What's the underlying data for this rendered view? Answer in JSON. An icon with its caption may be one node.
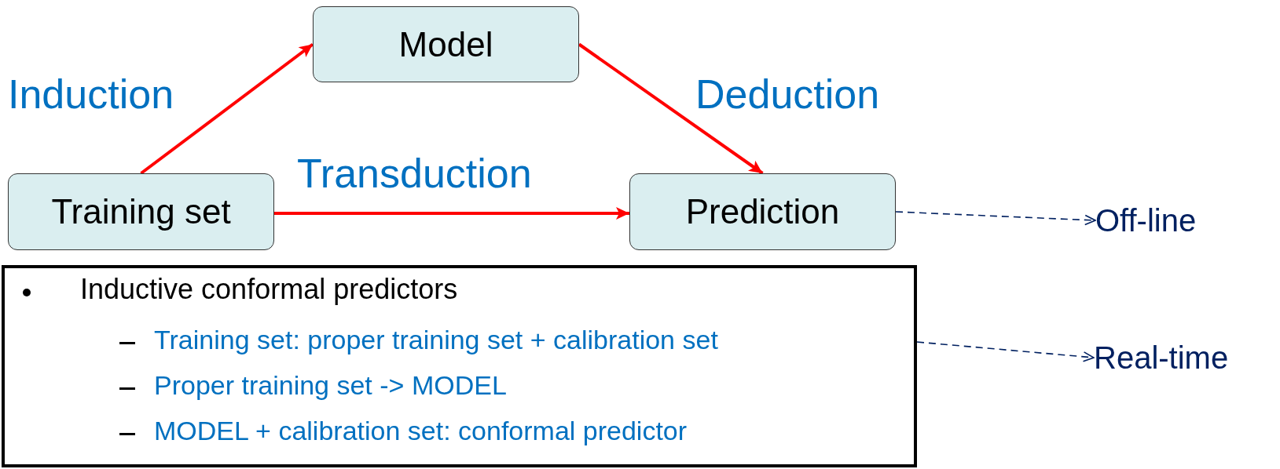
{
  "diagram": {
    "nodes": [
      {
        "text": [
          "Model"
        ]
      },
      {
        "text": [
          "Training set"
        ]
      },
      {
        "text": [
          "Prediction"
        ]
      },
      {
        "text": [
          "Off-line"
        ]
      },
      {
        "text": [
          "Inductive conformal predictors",
          "Training set: proper training set + calibration set",
          "Proper training set -> MODEL",
          "MODEL + calibration set: conformal predictor"
        ]
      },
      {
        "text": [
          "Real-time"
        ]
      }
    ],
    "edges": [
      {
        "from": 1,
        "to": 0,
        "arrow": "to",
        "label": "Induction"
      },
      {
        "from": 0,
        "to": 2,
        "arrow": "to",
        "label": "Deduction"
      },
      {
        "from": 1,
        "to": 2,
        "arrow": "to",
        "label": "Transduction"
      },
      {
        "from": 2,
        "to": 3,
        "arrow": "to",
        "style": "dashed",
        "color": "#002060"
      },
      {
        "from": 4,
        "to": 5,
        "arrow": "to",
        "style": "dashed",
        "color": "#002060"
      }
    ]
  }
}
